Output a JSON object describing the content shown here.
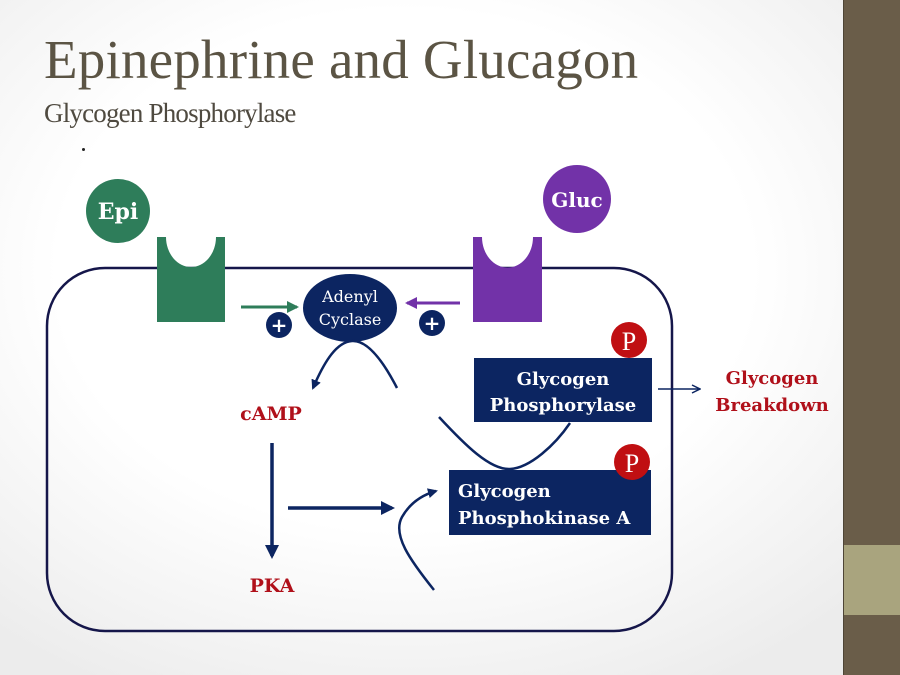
{
  "slide": {
    "title": "Epinephrine and Glucagon",
    "subtitle": "Glycogen Phosphorylase"
  },
  "colors": {
    "epi_green": "#2e7d5a",
    "gluc_purple": "#7232a8",
    "navy": "#0c2561",
    "membrane": "#15164a",
    "red_text": "#b0101a",
    "phospho_red": "#c00f12",
    "sidebar_brown": "#6a5d49",
    "sidebar_accent": "#a9a47e",
    "title_color": "#5b5444"
  },
  "diagram": {
    "hormones": {
      "epi": "Epi",
      "gluc": "Gluc"
    },
    "adenyl_cyclase": {
      "line1": "Adenyl",
      "line2": "Cyclase"
    },
    "plus_symbol": "+",
    "phosphate_symbol": "P",
    "camp": "cAMP",
    "pka": "PKA",
    "glycogen_phosphorylase": {
      "line1": "Glycogen",
      "line2": "Phosphorylase"
    },
    "glycogen_phosphokinase": {
      "line1": "Glycogen",
      "line2": "Phosphokinase A"
    },
    "outcome": {
      "line1": "Glycogen",
      "line2": "Breakdown"
    }
  }
}
